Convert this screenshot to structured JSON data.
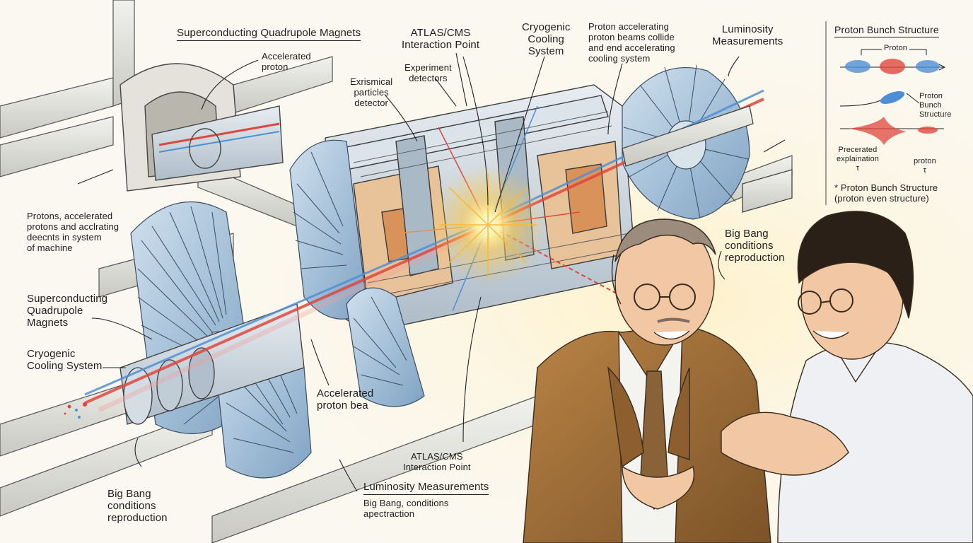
{
  "labels": {
    "top_quadrupole": "Superconducting Quadrupole Magnets",
    "accelerated_proton": "Accelerated\nproton",
    "atlas_top": "ATLAS/CMS\nInteraction Point",
    "cryo_top": "Cryogenic\nCooling\nSystem",
    "proton_accel_top": "Proton accelerating\nproton beams collide\nand end accelerating\ncooling system",
    "luminosity_top": "Luminosity\nMeasurements",
    "experiment_detectors": "Experiment\ndetectors",
    "exrismical": "Exrismical\nparticles\ndetector",
    "protons_left": "Protons, accelerated\nprotons and acclrating\ndeecnts in system\nof machine",
    "quadrupole_left": "Superconducting\nQuadrupole\nMagnets",
    "cryo_left": "Cryogenic\nCooling System",
    "accelerated_bea": "Accelerated\nproton bea",
    "atlas_bottom": "ATLAS/CMS\nInteraction Point",
    "big_bang_left": "Big Bang\nconditions\nreproduction",
    "luminosity_bottom": "Luminosity Measurements",
    "big_bang_bottom": "Big Bang, conditions\napectraction",
    "big_bang_right": "Big Bang\nconditions\nreproduction"
  },
  "inset": {
    "title": "Proton Bunch Structure",
    "proton_label": "Proton",
    "bunch_label": "Proton\nBunch\nStructure",
    "precerated": "Precerated\nexplaination\nτ",
    "proton_tau": "proton\nτ",
    "footnote": "* Proton Bunch Structure\n(proton even structure)"
  },
  "colors": {
    "beam_red": "#e0463c",
    "beam_blue": "#4d8fd6",
    "flash": "#ffd84a",
    "steel": "#c9d6df",
    "copper": "#d9935a",
    "jacket": "#9a6a36",
    "shirt": "#eef0f3",
    "ink": "#222222"
  }
}
